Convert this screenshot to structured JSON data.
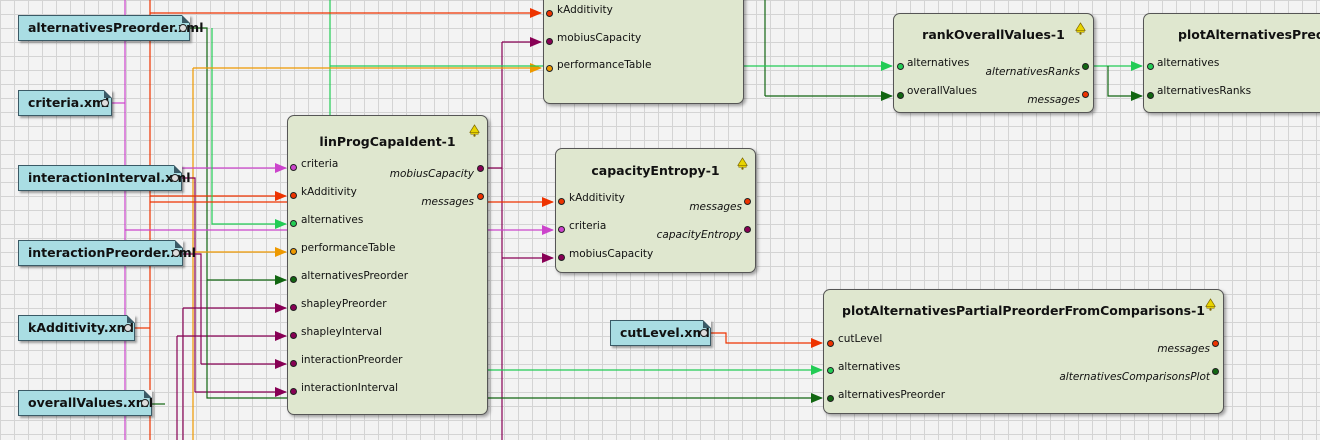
{
  "colors": {
    "canvas": "#f3f3f3",
    "grid": "#d4d4d4",
    "file_box": "#a9dde3",
    "node_box": "#dfe7cf",
    "wire_red": "#ee3300",
    "wire_magenta": "#cc44cc",
    "wire_purple": "#880055",
    "wire_orange": "#ee9900",
    "wire_green": "#22cc55",
    "wire_darkgreen": "#116611"
  },
  "files": [
    {
      "label": "alternativesPreorder.xml"
    },
    {
      "label": "criteria.xml"
    },
    {
      "label": "interactionInterval.xml"
    },
    {
      "label": "interactionPreorder.xml"
    },
    {
      "label": "kAdditivity.xml"
    },
    {
      "label": "overallValues.xml"
    },
    {
      "label": "cutLevel.xml"
    }
  ],
  "nodes": {
    "top": {
      "title": "",
      "inputs": [
        "kAdditivity",
        "mobiusCapacity",
        "performanceTable"
      ]
    },
    "linprog": {
      "title": "linProgCapaIdent-1",
      "inputs": [
        "criteria",
        "kAdditivity",
        "alternatives",
        "performanceTable",
        "alternativesPreorder",
        "shapleyPreorder",
        "shapleyInterval",
        "interactionPreorder",
        "interactionInterval"
      ],
      "outputs": [
        "mobiusCapacity",
        "messages"
      ]
    },
    "entropy": {
      "title": "capacityEntropy-1",
      "inputs": [
        "kAdditivity",
        "criteria",
        "mobiusCapacity"
      ],
      "outputs": [
        "messages",
        "capacityEntropy"
      ]
    },
    "rank": {
      "title": "rankOverallValues-1",
      "inputs": [
        "alternatives",
        "overallValues"
      ],
      "outputs": [
        "alternativesRanks",
        "messages"
      ]
    },
    "plotalt": {
      "title": "plotAlternativesPreorde",
      "inputs": [
        "alternatives",
        "alternativesRanks"
      ]
    },
    "plotpartial": {
      "title": "plotAlternativesPartialPreorderFromComparisons-1",
      "inputs": [
        "cutLevel",
        "alternatives",
        "alternativesPreorder"
      ],
      "outputs": [
        "messages",
        "alternativesComparisonsPlot"
      ]
    }
  }
}
